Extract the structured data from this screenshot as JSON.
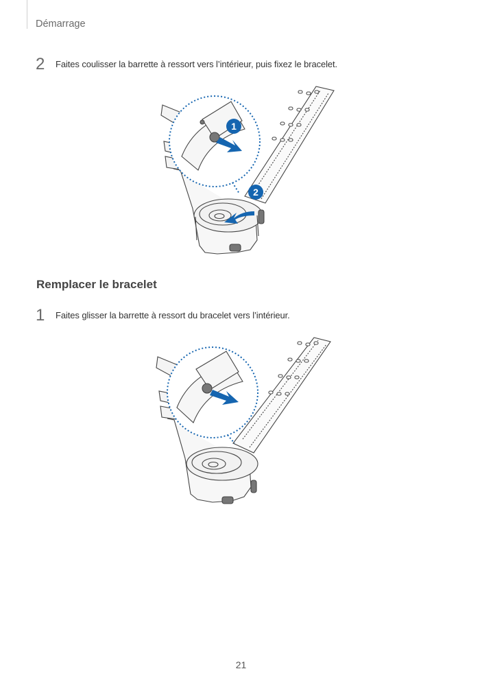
{
  "header": {
    "section": "Démarrage"
  },
  "steps_attach": [
    {
      "number": "2",
      "text": "Faites coulisser la barrette à ressort vers l’intérieur, puis fixez le bracelet."
    }
  ],
  "illustration_attach": {
    "callouts": [
      "1",
      "2"
    ],
    "accent_color": "#1565b0"
  },
  "section_replace": {
    "heading": "Remplacer le bracelet",
    "steps": [
      {
        "number": "1",
        "text": "Faites glisser la barrette à ressort du bracelet vers l’intérieur."
      }
    ]
  },
  "footer": {
    "page_number": "21"
  }
}
